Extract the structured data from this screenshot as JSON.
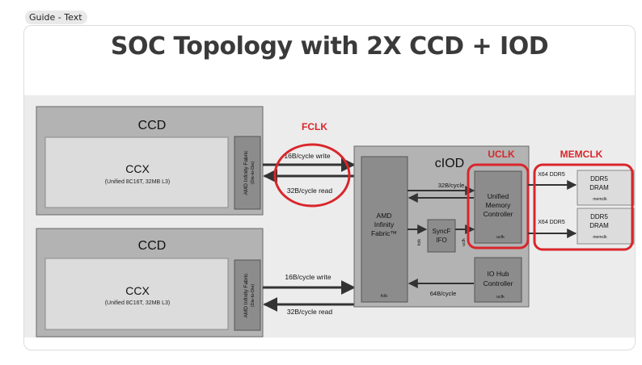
{
  "tag": "Guide - Text",
  "title": "SOC Topology with 2X CCD + IOD",
  "ccd1": {
    "label": "CCD",
    "ccx_label": "CCX",
    "ccx_sub": "(Unified 8C16T, 32MB L3)",
    "fabric_line1": "AMD Infinity Fabric",
    "fabric_line2": "(Die-to-Die)"
  },
  "ccd2": {
    "label": "CCD",
    "ccx_label": "CCX",
    "ccx_sub": "(Unified 8C16T, 32MB L3)",
    "fabric_line1": "AMD Infinity Fabric",
    "fabric_line2": "(Die-to-Die)"
  },
  "links": {
    "top_write": "16B/cycle write",
    "top_read": "32B/cycle read",
    "bottom_write": "16B/cycle write",
    "bottom_read": "32B/cycle read",
    "umc_link": "32B/cycle",
    "io_link": "64B/cycle",
    "ddr_top": "X64 DDR5",
    "ddr_bottom": "X64 DDR5"
  },
  "clock_labels": {
    "fclk": "FCLK",
    "uclk": "UCLK",
    "memclk": "MEMCLK"
  },
  "ciod": {
    "label": "cIOD",
    "fabric_line1": "AMD",
    "fabric_line2": "Infinity",
    "fabric_line3": "Fabric™",
    "fabric_clock": "fclk",
    "syncfifo_line1": "SyncF",
    "syncfifo_line2": "IFO",
    "syncfifo_left_clock": "fclk",
    "syncfifo_right_clock": "uclk",
    "umc_line1": "Unified",
    "umc_line2": "Memory",
    "umc_line3": "Controller",
    "umc_clock": "uclk",
    "io_line1": "IO Hub",
    "io_line2": "Controller",
    "io_clock": "uclk"
  },
  "dram": [
    {
      "line1": "DDR5",
      "line2": "DRAM",
      "clock": "memclk"
    },
    {
      "line1": "DDR5",
      "line2": "DRAM",
      "clock": "memclk"
    }
  ],
  "colors": {
    "highlight_red": "#d9262b",
    "box_dark": "#8c8c8c",
    "box_mid": "#b5b5b5",
    "box_light": "#dedede"
  }
}
